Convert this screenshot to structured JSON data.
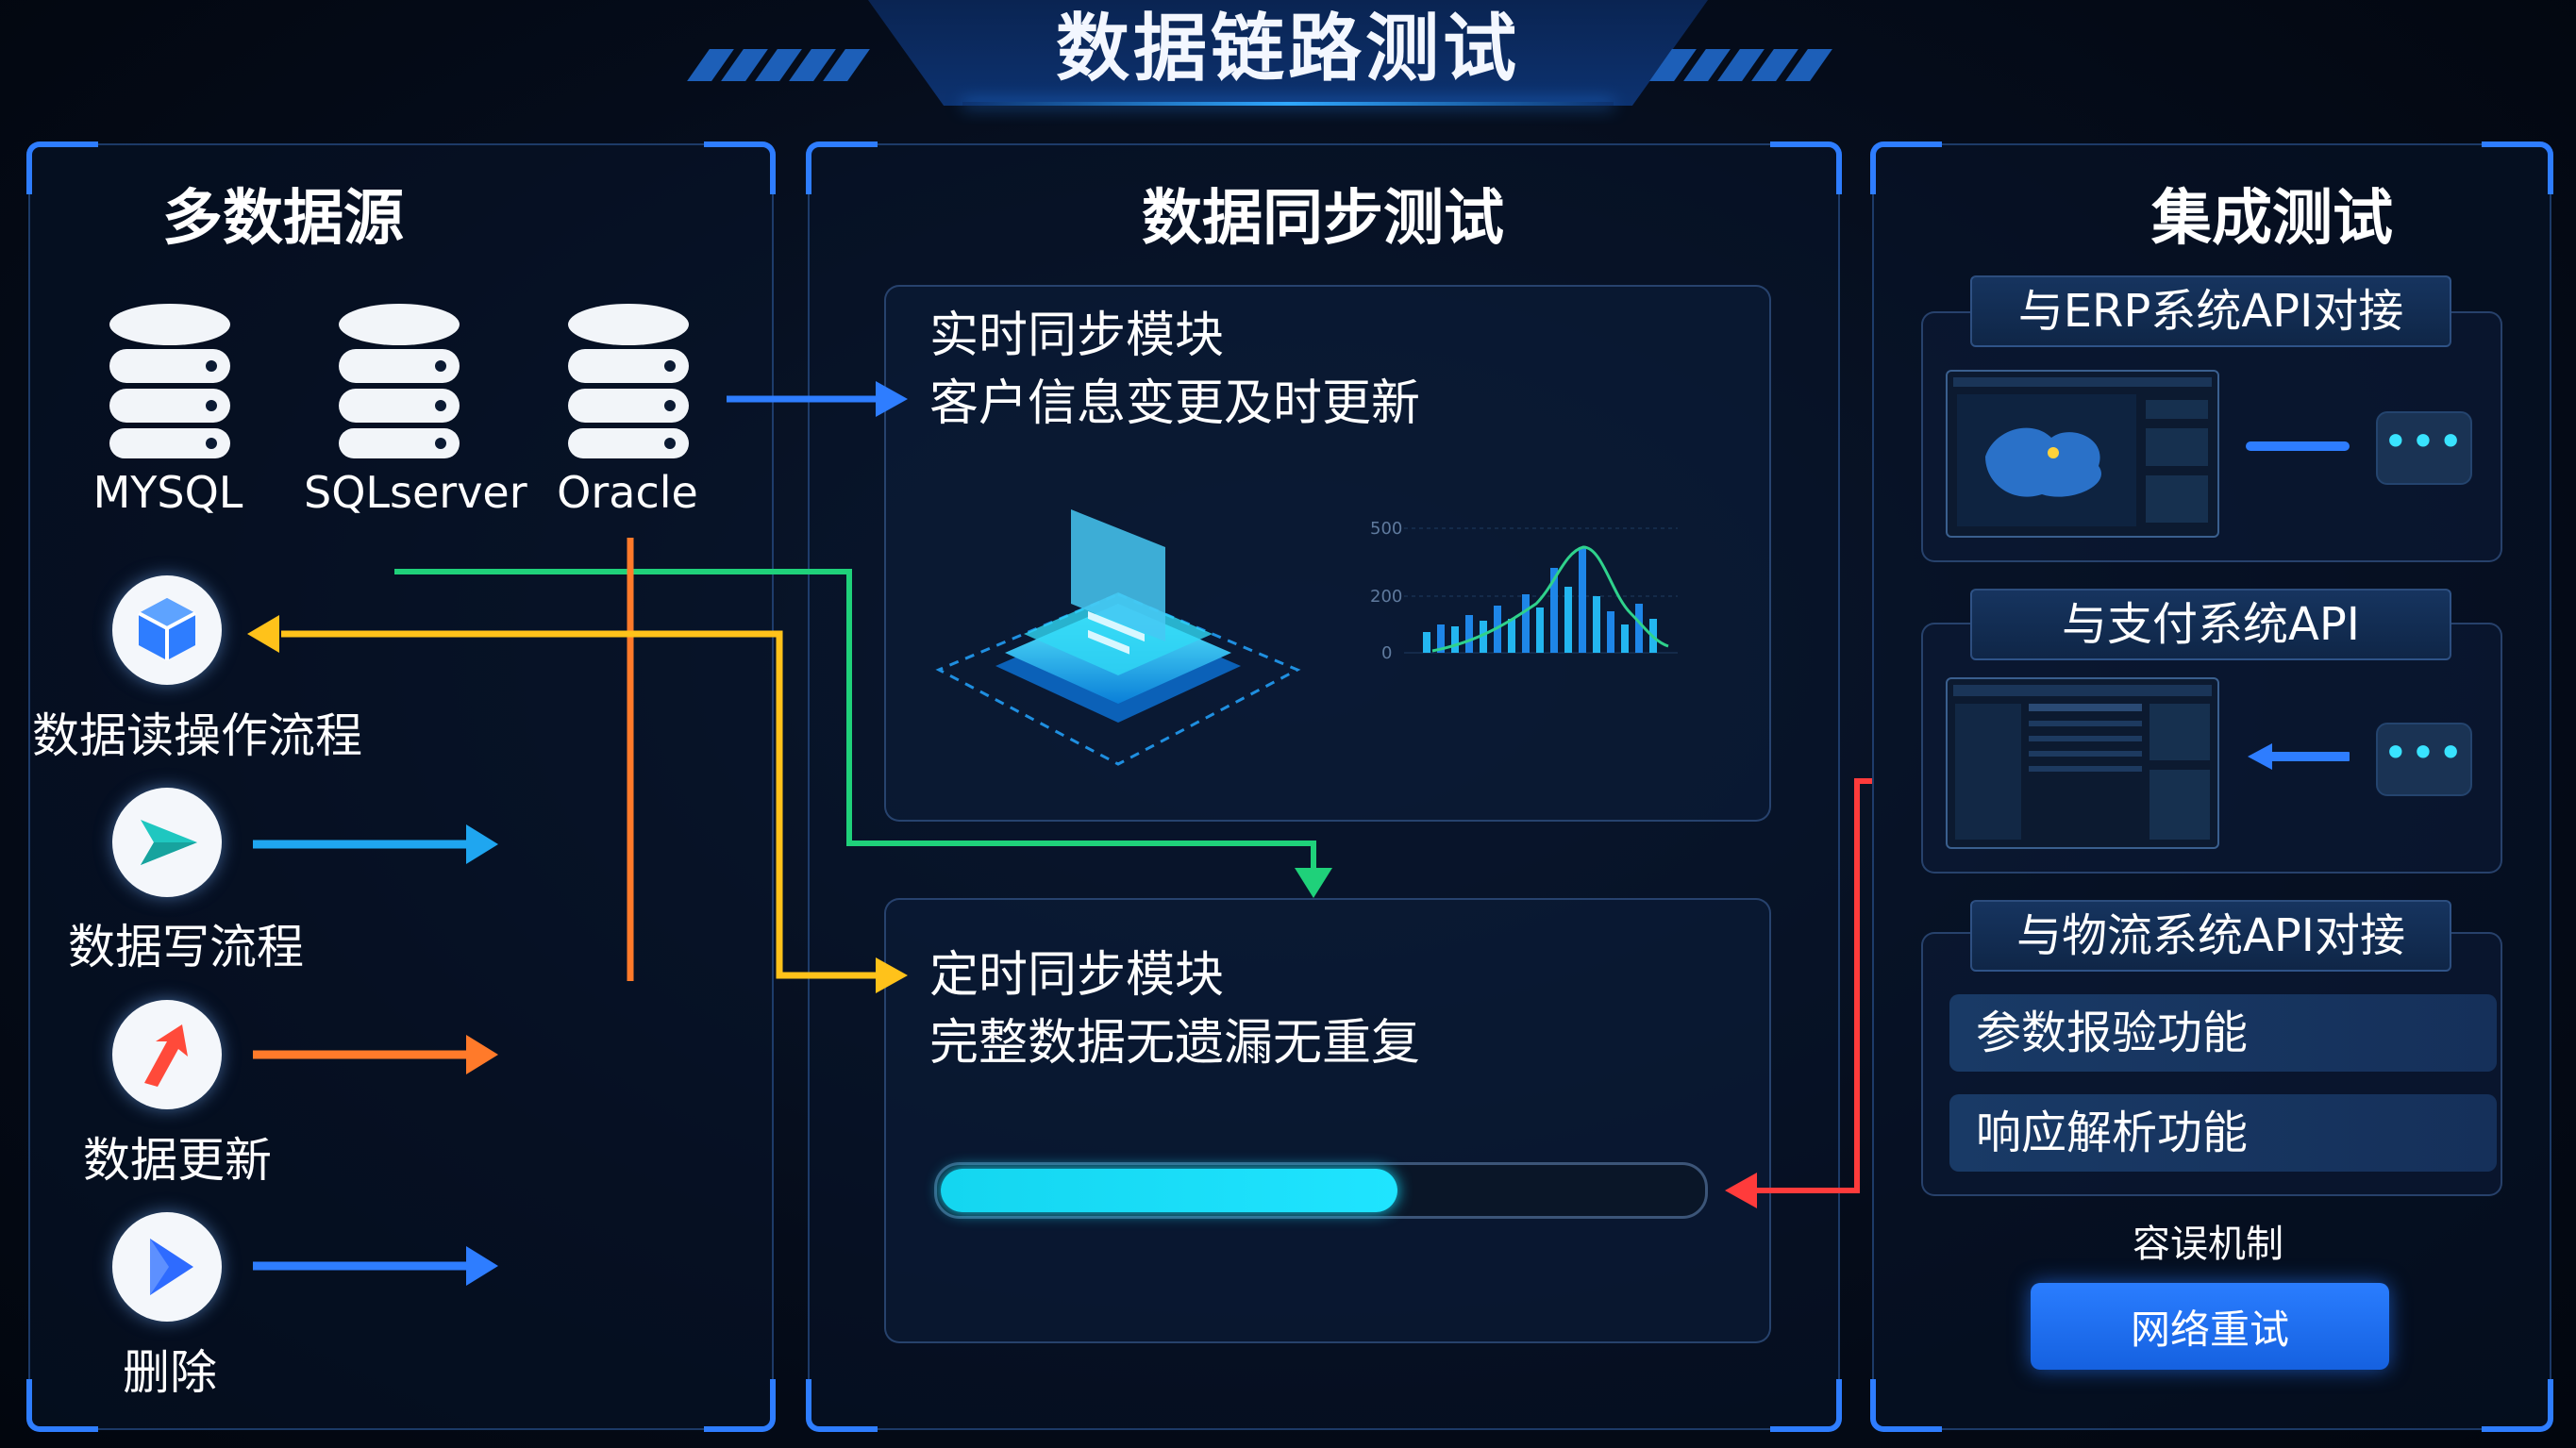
{
  "header": {
    "title": "数据链路测试"
  },
  "left_panel": {
    "title": "多数据源",
    "databases": [
      {
        "label": "MYSQL",
        "icon": "database-icon"
      },
      {
        "label": "SQLserver",
        "icon": "database-icon"
      },
      {
        "label": "Oracle",
        "icon": "database-icon"
      }
    ],
    "flows": [
      {
        "label": "数据读操作流程",
        "icon": "cube-icon",
        "color": "#2e7dff"
      },
      {
        "label": "数据写流程",
        "icon": "send-icon",
        "color": "#1fc7c0"
      },
      {
        "label": "数据更新",
        "icon": "arrow-icon",
        "color": "#ff5a3c"
      },
      {
        "label": "删除",
        "icon": "play-icon",
        "color": "#2e6bff"
      }
    ]
  },
  "middle_panel": {
    "title": "数据同步测试",
    "realtime": {
      "title": "实时同步模块",
      "desc": "客户信息变更及时更新"
    },
    "scheduled": {
      "title": "定时同步模块",
      "desc": "完整数据无遗漏无重复"
    },
    "mini_chart": {
      "y_ticks": [
        "500",
        "200",
        "0"
      ]
    },
    "progress": 0.6
  },
  "right_panel": {
    "title": "集成测试",
    "erp_api": {
      "label": "与ERP系统API对接"
    },
    "pay_api": {
      "label": "与支付系统API"
    },
    "logistics_api": {
      "label": "与物流系统API对接",
      "functions": [
        "参数报验功能",
        "响应解析功能"
      ]
    },
    "dots": "•••",
    "fault_tolerance": "容误机制",
    "retry_button": "网络重试"
  },
  "colors": {
    "blue": "#2e7dff",
    "green": "#1fd17a",
    "yellow": "#ffc21a",
    "orange": "#ff7a2a",
    "red": "#ff3b3b",
    "cyan": "#17d4f0"
  }
}
